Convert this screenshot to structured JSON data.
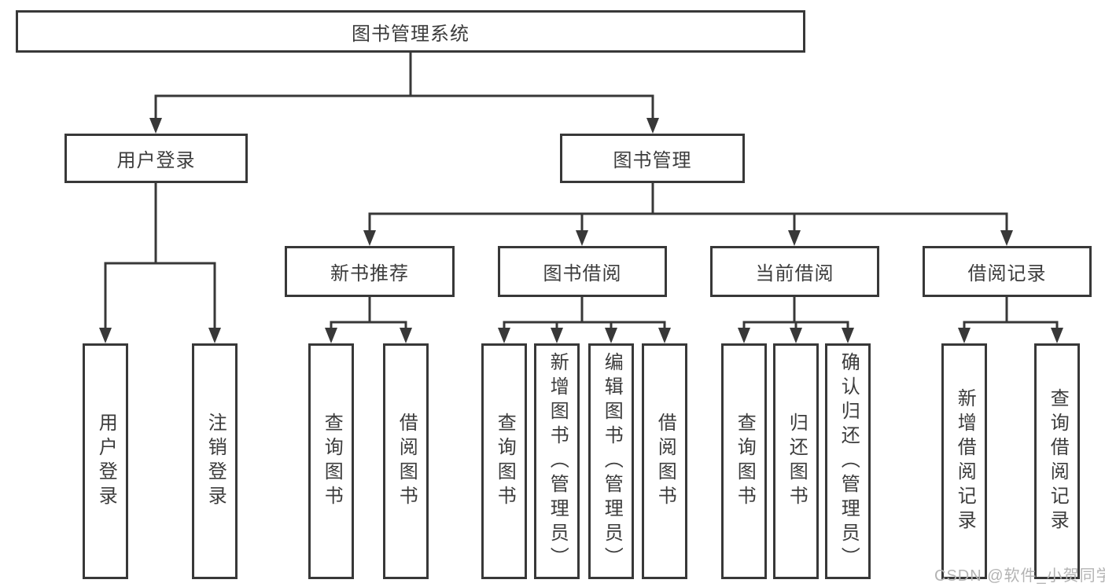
{
  "tree": {
    "root": "图书管理系统",
    "children": [
      {
        "label": "用户登录",
        "children": [
          "用户登录",
          "注销登录"
        ]
      },
      {
        "label": "图书管理",
        "children": [
          {
            "label": "新书推荐",
            "children": [
              "查询图书",
              "借阅图书"
            ]
          },
          {
            "label": "图书借阅",
            "children": [
              "查询图书",
              "新增图书（管理员）",
              "编辑图书（管理员）",
              "借阅图书"
            ]
          },
          {
            "label": "当前借阅",
            "children": [
              "查询图书",
              "归还图书",
              "确认归还（管理员）"
            ]
          },
          {
            "label": "借阅记录",
            "children": [
              "新增借阅记录",
              "查询借阅记录"
            ]
          }
        ]
      }
    ]
  },
  "watermark": "CSDN @软件_小贺同学",
  "colors": {
    "line": "#383838",
    "text": "#3c3c3c",
    "background": "#ffffff",
    "watermark": "#b3b3b3"
  }
}
